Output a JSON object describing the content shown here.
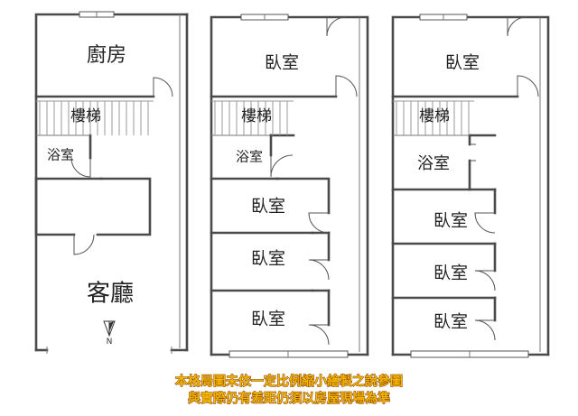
{
  "floor1": {
    "kitchen": "廚房",
    "stairs": "樓梯",
    "bath": "浴室",
    "living": "客廳"
  },
  "floor2": {
    "bedroom_top": "臥室",
    "stairs": "樓梯",
    "bath": "浴室",
    "bedroom_a": "臥室",
    "bedroom_b": "臥室",
    "bedroom_c": "臥室"
  },
  "floor3": {
    "bedroom_top": "臥室",
    "stairs": "樓梯",
    "bath": "浴室",
    "bedroom_a": "臥室",
    "bedroom_b": "臥室",
    "bedroom_c": "臥室"
  },
  "disclaimer": {
    "line1": "本格局圖未依一定比例縮小繪製之說參圖",
    "line2": "與實際仍有差距仍須以房屋現場為準"
  },
  "icons": [
    "compass-north-icon"
  ]
}
